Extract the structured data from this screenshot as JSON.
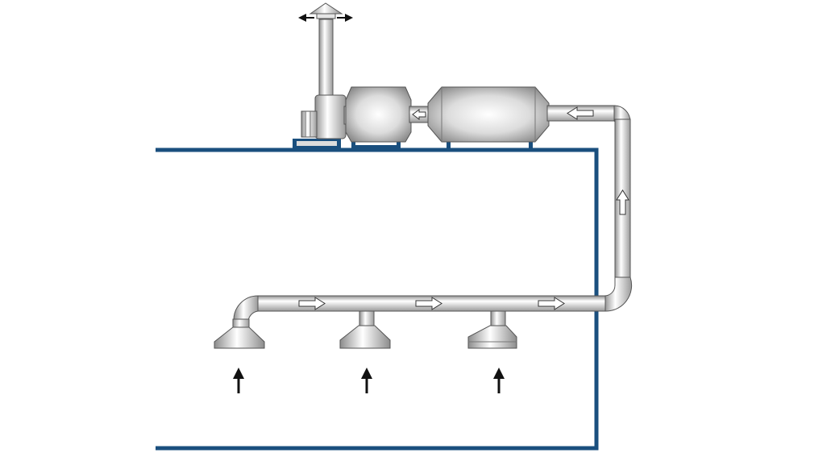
{
  "diagram": {
    "type": "exhaust-ventilation-system",
    "colors": {
      "wall": "#1a4f7e",
      "pipe_light": "#ffffff",
      "pipe_dark": "#9a9a9a",
      "outline": "#555555",
      "arrow": "#111111"
    },
    "components": [
      {
        "name": "exhaust-stack",
        "icon": "chimney-icon"
      },
      {
        "name": "centrifugal-fan",
        "icon": "fan-icon"
      },
      {
        "name": "filter-unit-small",
        "icon": "filter-icon"
      },
      {
        "name": "filter-unit-large",
        "icon": "filter-icon"
      },
      {
        "name": "vertical-duct",
        "icon": "duct-icon"
      },
      {
        "name": "horizontal-duct",
        "icon": "duct-icon"
      },
      {
        "name": "suction-hood-1",
        "icon": "hood-icon"
      },
      {
        "name": "suction-hood-2",
        "icon": "hood-icon"
      },
      {
        "name": "suction-hood-3",
        "icon": "hood-icon"
      }
    ],
    "airflow_arrows": [
      {
        "name": "intake-arrow-hood-1",
        "direction": "up"
      },
      {
        "name": "intake-arrow-hood-2",
        "direction": "up"
      },
      {
        "name": "intake-arrow-hood-3",
        "direction": "up"
      },
      {
        "name": "duct-flow-arrow-1",
        "direction": "right"
      },
      {
        "name": "duct-flow-arrow-2",
        "direction": "right"
      },
      {
        "name": "duct-flow-arrow-3",
        "direction": "right"
      },
      {
        "name": "riser-flow-arrow",
        "direction": "up"
      },
      {
        "name": "top-duct-flow-arrow",
        "direction": "left"
      },
      {
        "name": "between-filters-flow-arrow",
        "direction": "left"
      },
      {
        "name": "exhaust-arrow-left",
        "direction": "left"
      },
      {
        "name": "exhaust-arrow-right",
        "direction": "right"
      }
    ]
  }
}
